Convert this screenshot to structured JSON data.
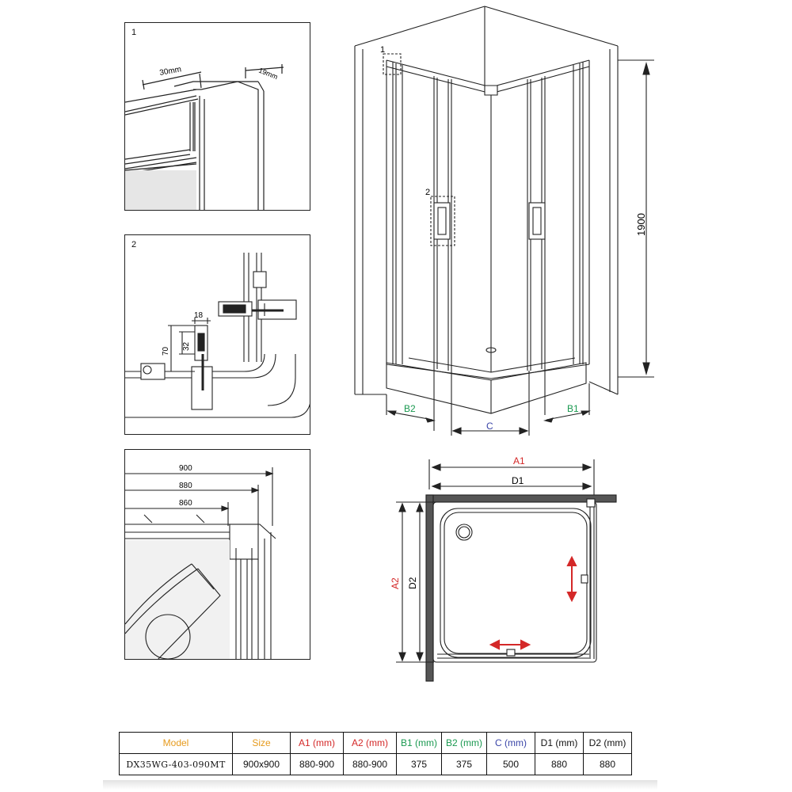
{
  "details": {
    "detail1": {
      "number": "1",
      "dims": {
        "width_label": "30mm",
        "depth_label": "19mm"
      }
    },
    "detail2": {
      "number": "2",
      "dims": {
        "d18": "18",
        "d32": "32",
        "d70": "70"
      }
    },
    "detail3": {
      "dims": {
        "d900": "900",
        "d880": "880",
        "d860": "860"
      }
    }
  },
  "elevation": {
    "callout_1": "1",
    "callout_2": "2",
    "height_label": "1900",
    "b2_label": "B2",
    "c_label": "C",
    "b1_label": "B1"
  },
  "plan": {
    "a1_label": "A1",
    "d1_label": "D1",
    "a2_label": "A2",
    "d2_label": "D2"
  },
  "colors": {
    "orange": "#e69a1c",
    "red": "#d42828",
    "green": "#1a9950",
    "blue": "#3a45a8",
    "line": "#222222"
  },
  "spec_table": {
    "headers": [
      "Model",
      "Size",
      "A1 (mm)",
      "A2 (mm)",
      "B1 (mm)",
      "B2 (mm)",
      "C (mm)",
      "D1 (mm)",
      "D2 (mm)"
    ],
    "row": [
      "DX35WG-403-090MT",
      "900x900",
      "880-900",
      "880-900",
      "375",
      "375",
      "500",
      "880",
      "880"
    ]
  }
}
